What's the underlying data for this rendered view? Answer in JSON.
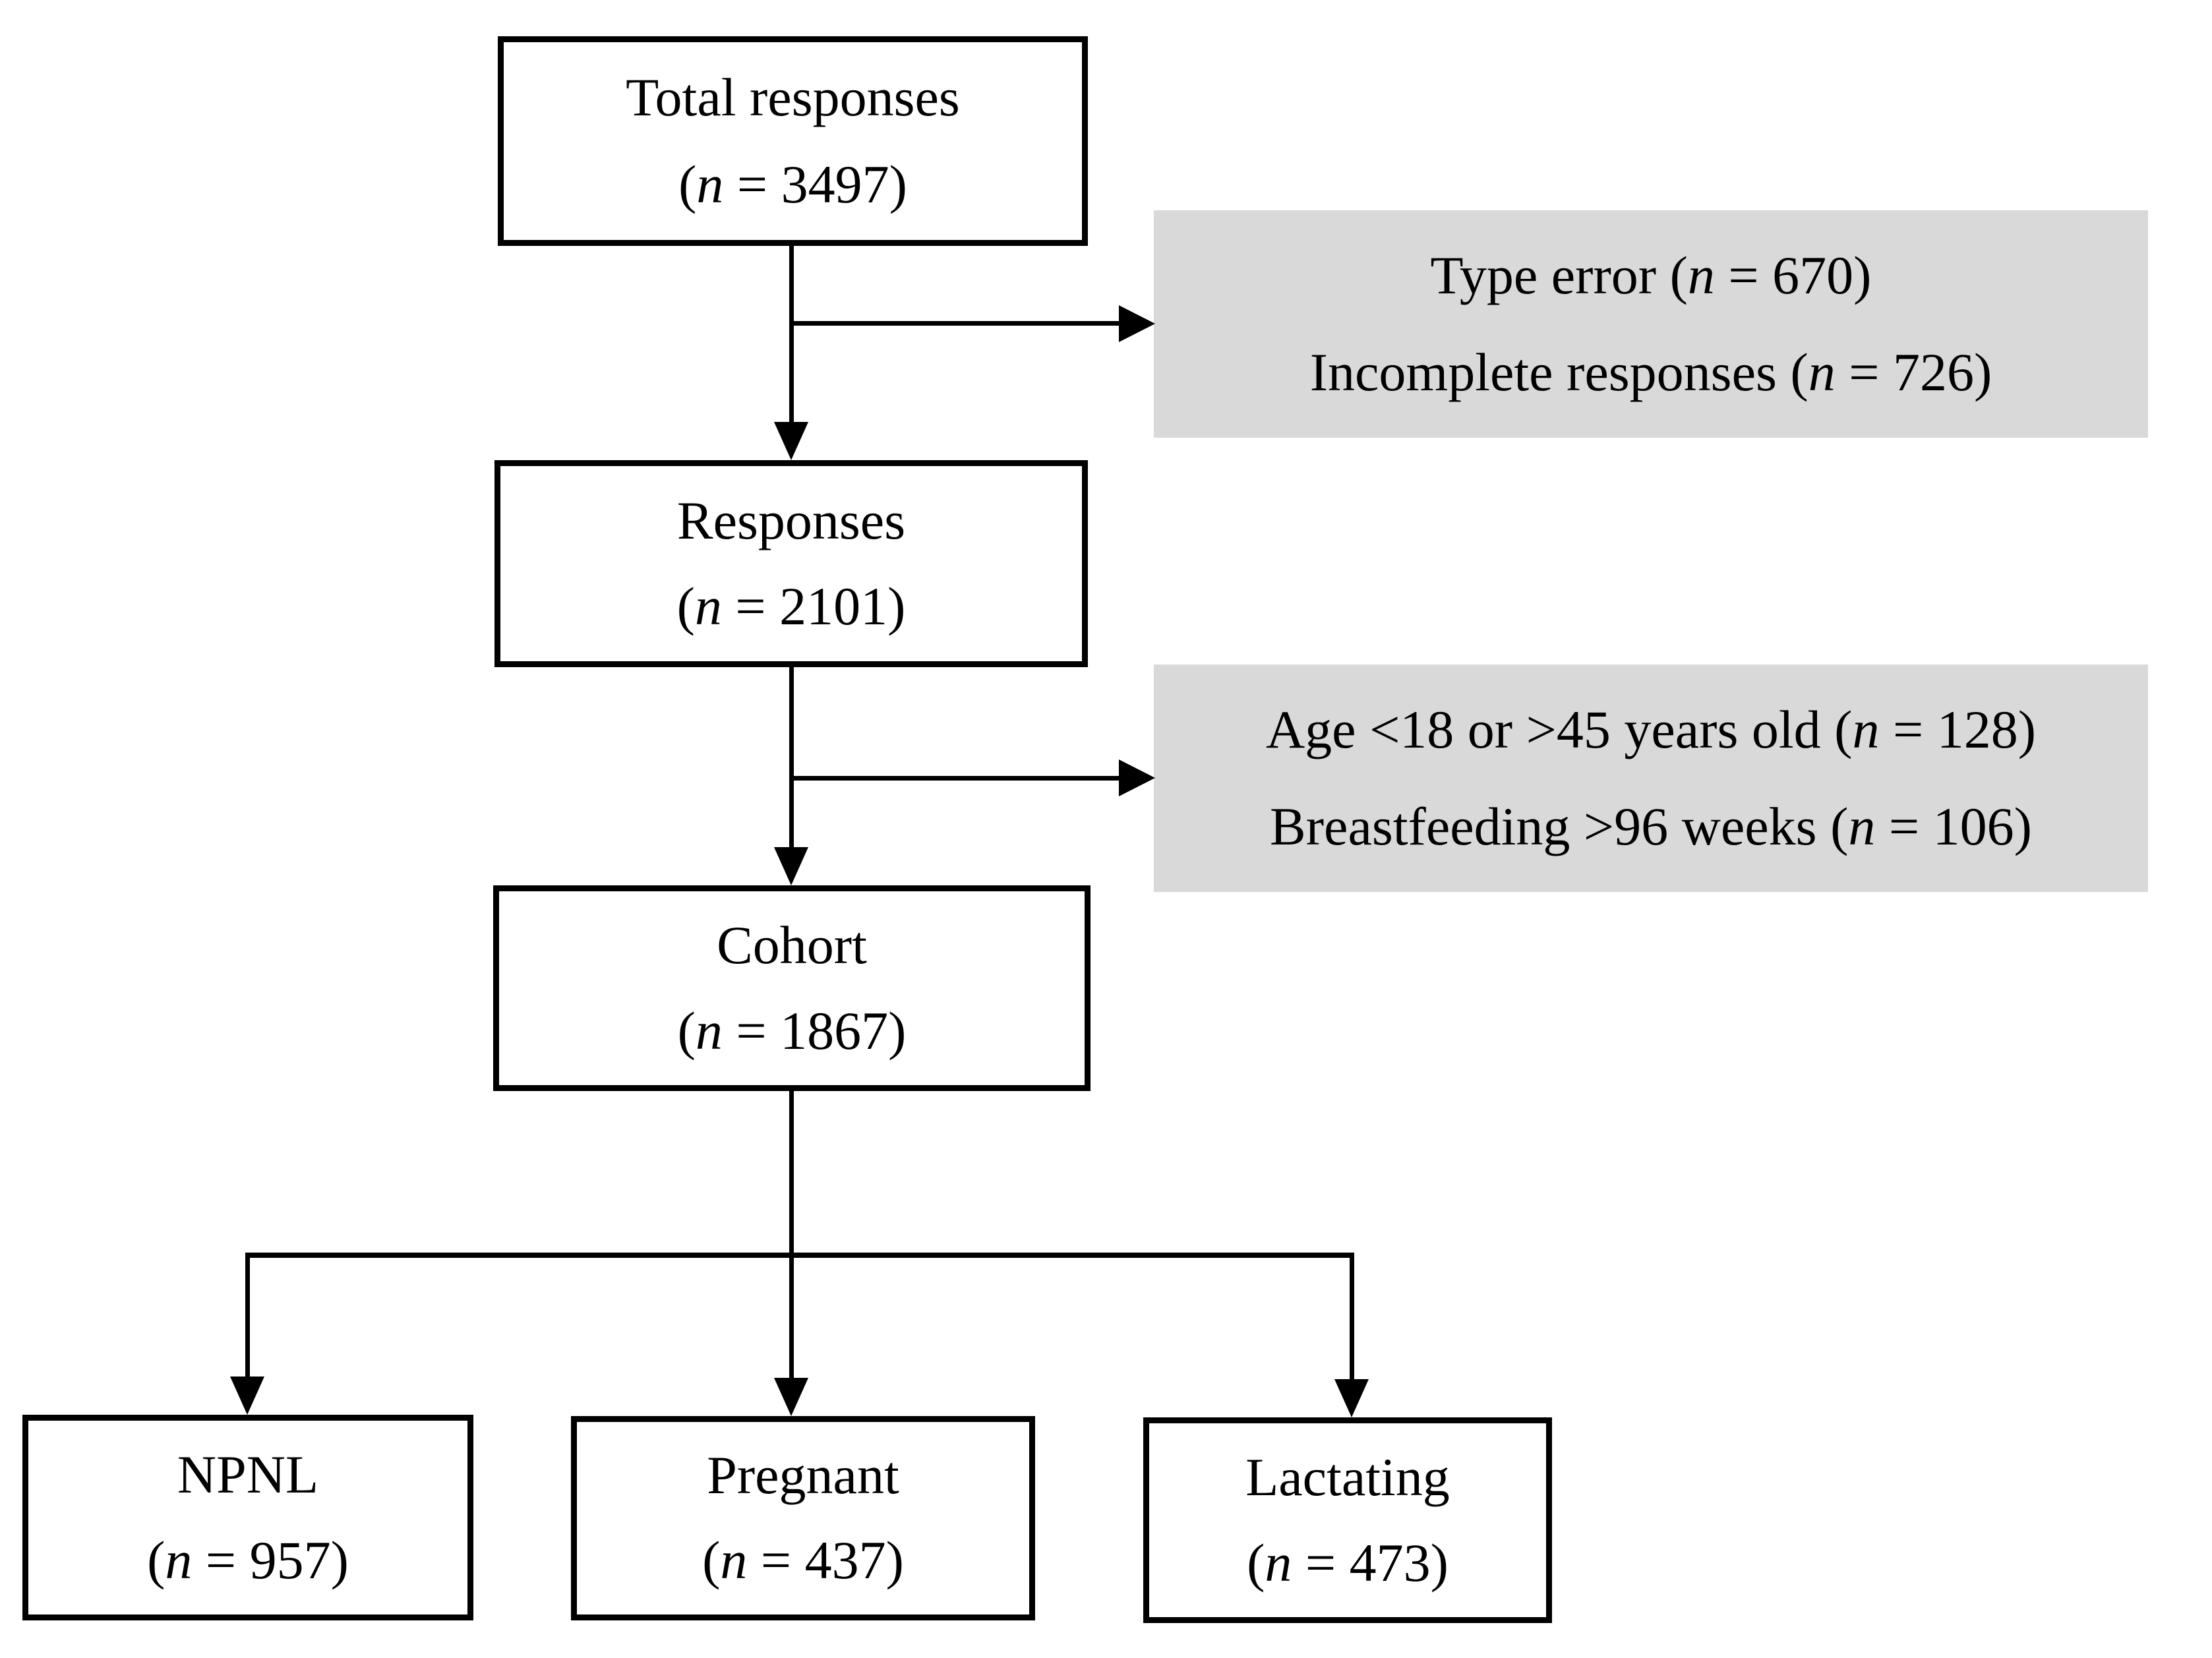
{
  "figure": {
    "type": "participant-flow-diagram",
    "background_color": "#ffffff",
    "box_border_color": "#000000",
    "exclusion_fill_color": "#d9d9d9",
    "nodes": {
      "total": {
        "label": "Total responses",
        "count_pre": "(",
        "count_var": "n",
        "count_post": " = 3497)"
      },
      "responses": {
        "label": "Responses",
        "count_pre": "(",
        "count_var": "n",
        "count_post": " = 2101)"
      },
      "cohort": {
        "label": "Cohort",
        "count_pre": "(",
        "count_var": "n",
        "count_post": " = 1867)"
      },
      "npnl": {
        "label": "NPNL",
        "count_pre": "(",
        "count_var": "n",
        "count_post": " = 957)"
      },
      "pregnant": {
        "label": "Pregnant",
        "count_pre": "(",
        "count_var": "n",
        "count_post": " = 437)"
      },
      "lactating": {
        "label": "Lactating",
        "count_pre": "(",
        "count_var": "n",
        "count_post": " = 473)"
      }
    },
    "exclusions": {
      "first": {
        "line1": {
          "pre": "Type error (",
          "var": "n",
          "post": " = 670)"
        },
        "line2": {
          "pre": "Incomplete responses (",
          "var": "n",
          "post": " = 726)"
        }
      },
      "second": {
        "line1": {
          "pre": "Age <18 or >45 years old (",
          "var": "n",
          "post": " = 128)"
        },
        "line2": {
          "pre": "Breastfeeding >96 weeks (",
          "var": "n",
          "post": " = 106)"
        }
      }
    }
  }
}
